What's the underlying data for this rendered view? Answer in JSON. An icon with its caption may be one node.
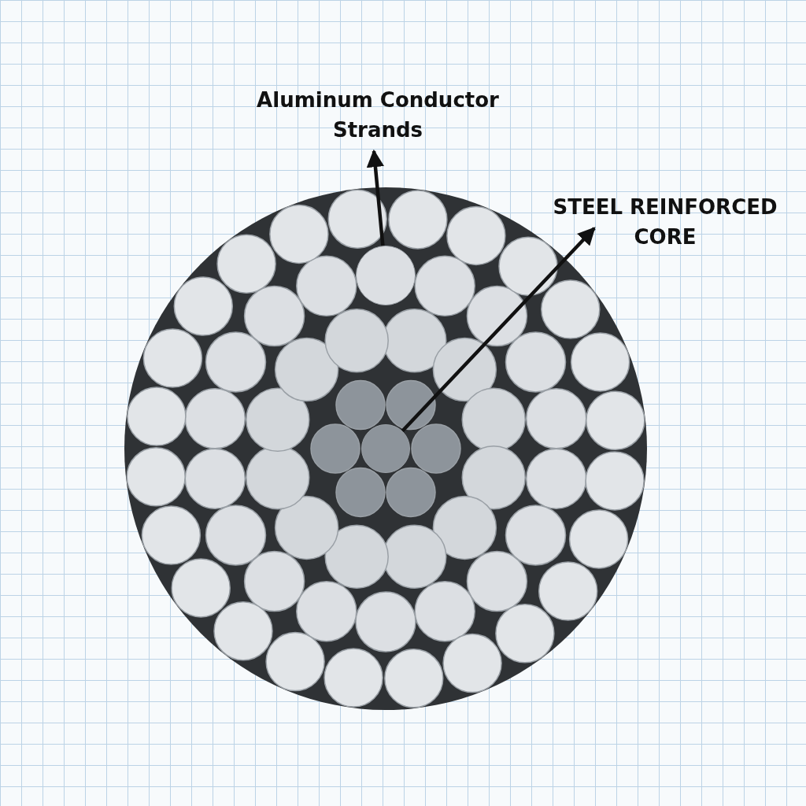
{
  "diagram": {
    "nodes": [
      {
        "text": [
          "Aluminum Conductor Strands"
        ]
      },
      {
        "text": [],
        "shape": "circle"
      },
      {
        "text": [
          "STEEL REINFORCED CORE"
        ]
      },
      {
        "text": [],
        "shape": "circle"
      }
    ],
    "edges": [
      {
        "from": 1,
        "to": 0,
        "arrow": "to"
      },
      {
        "from": 3,
        "to": 2,
        "arrow": "to"
      }
    ]
  }
}
